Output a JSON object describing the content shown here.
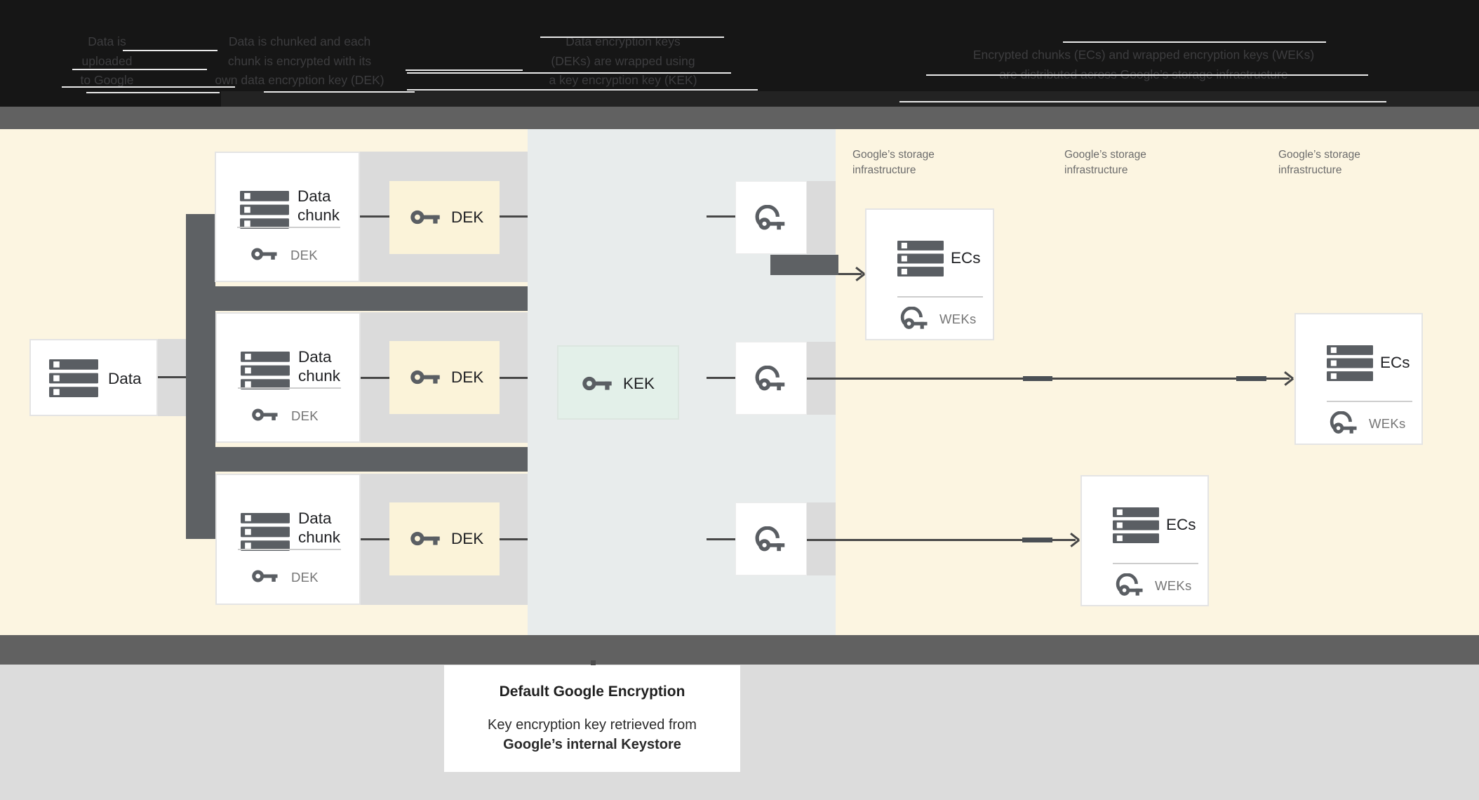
{
  "header": {
    "steps": [
      {
        "text": "Data is\nuploaded\nto Google"
      },
      {
        "text": "Data is chunked and each\nchunk is encrypted with its\nown data encryption key (DEK)"
      },
      {
        "text": "Data encryption keys\n(DEKs) are wrapped using\na key encryption key (KEK)"
      },
      {
        "text": "Encrypted chunks (ECs) and wrapped encryption keys (WEKs)\nare distributed across Google’s storage infrastructure"
      }
    ]
  },
  "diagram": {
    "data_label": "Data",
    "chunk_title": "Data\nchunk",
    "chunk_key_label": "DEK",
    "dek_label": "DEK",
    "kek_label": "KEK",
    "storage_label": "Google’s storage\ninfrastructure",
    "ecs_title": "ECs",
    "ecs_key_label": "WEKs"
  },
  "caption": {
    "title": "Default Google Encryption",
    "line1": "Key encryption key retrieved from",
    "line2": "Google’s internal Keystore"
  },
  "colors": {
    "cream_bg": "#FCF5E1",
    "panel_gray": "#E8ECEC",
    "band_gray": "#616161",
    "connector_gray": "#5E6164",
    "row_gray": "#DBDBDB",
    "kek_green": "#E3F0E9",
    "bottom_gray": "#DCDCDC",
    "icon_gray": "#5A5E63"
  },
  "icons": {
    "data": "server-stack-icon",
    "key": "key-icon",
    "wrapped_key": "wrapped-key-icon",
    "arrow": "arrow-right-icon"
  }
}
